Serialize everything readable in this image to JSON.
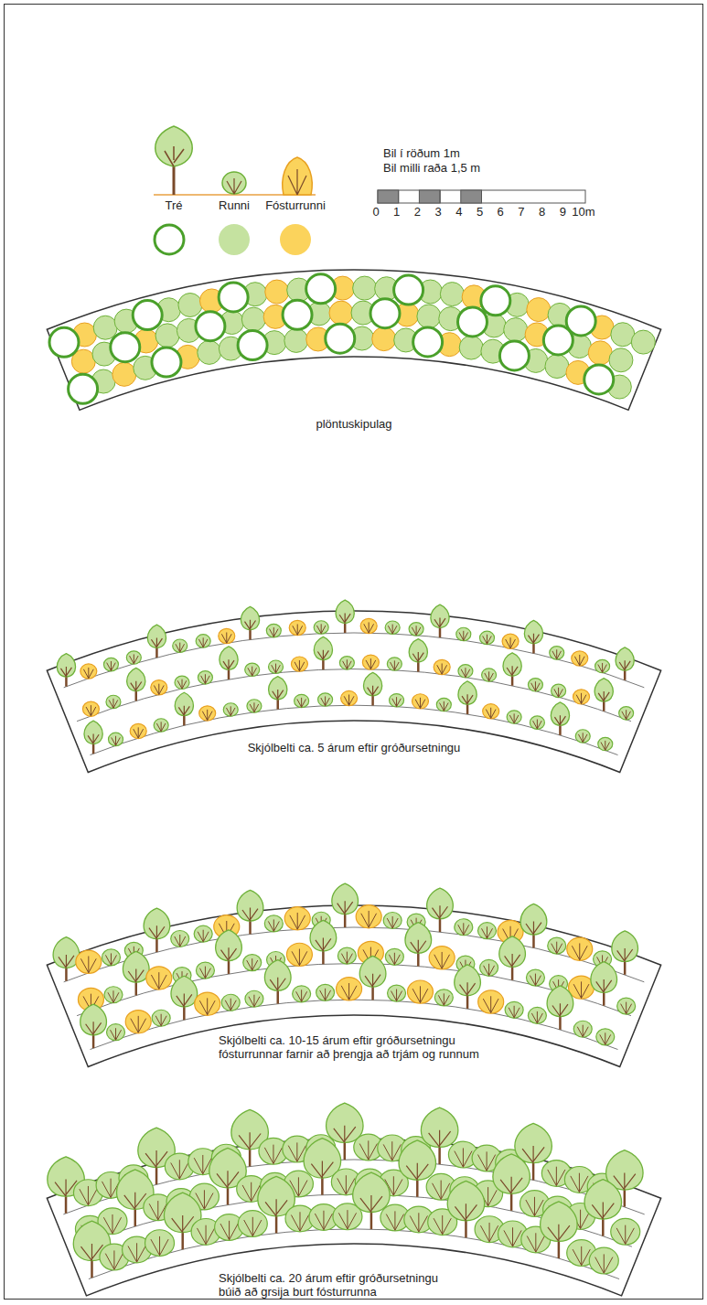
{
  "diagram": {
    "labels": [
      "Bil í röðum 1m",
      "Bil milli raða 1,5 m",
      "0",
      "1",
      "2",
      "3",
      "4",
      "5",
      "6",
      "7",
      "8",
      "9",
      "10m",
      "plöntuskipulag",
      "Skjólbelti ca. 5 árum eftir gróðursetningu",
      "Skjólbelti ca. 10-15 árum eftir gróðursetningu",
      "fósturrunnar farnir að þrengja að trjám og runnum",
      "Skjólbelti ca. 20 árum eftir gróðursetningu",
      "búið að grsija burt fósturrunna"
    ],
    "legend": [
      {
        "text": "Tré"
      },
      {
        "text": "Runni",
        "color": "#c5e2a0"
      },
      {
        "text": "Fósturrunni",
        "color": "#fbd35c"
      }
    ]
  }
}
